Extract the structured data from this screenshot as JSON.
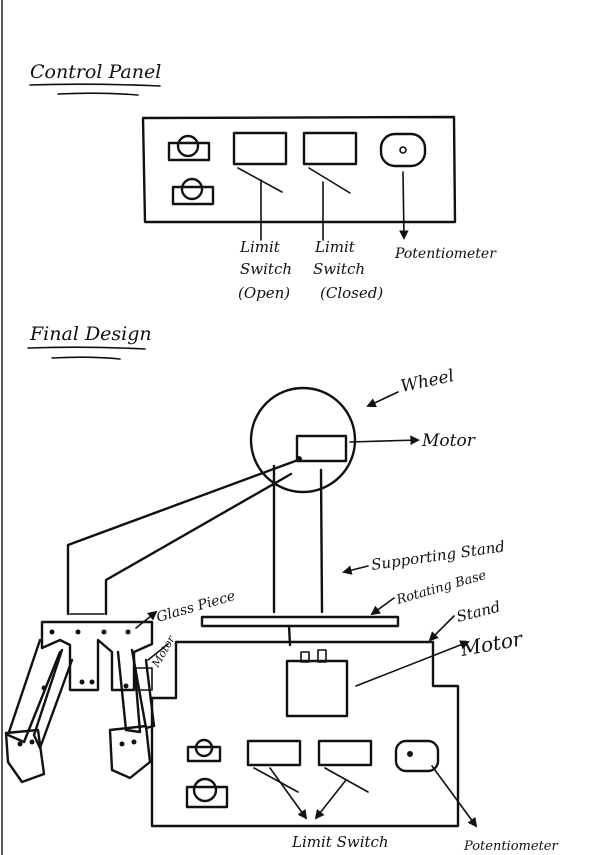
{
  "control_panel": {
    "heading": "Control Panel",
    "labels": {
      "limit_switch_open": [
        "Limit",
        "Switch",
        "(Open)"
      ],
      "limit_switch_closed": [
        "Limit",
        "Switch",
        "(Closed)"
      ],
      "potentiometer": "Potentiometer"
    }
  },
  "final_design": {
    "heading": "Final Design",
    "labels": {
      "wheel": "Wheel",
      "motor_top": "Motor",
      "supporting_stand": "Supporting Stand",
      "rotating_base": "Rotating Base",
      "stand": "Stand",
      "motor_base": "Motor",
      "glass_piece": "Glass Piece",
      "motor_gripper": "Motor",
      "limit_switch": "Limit Switch",
      "potentiometer": "Potentiometer"
    }
  },
  "colors": {
    "ink": "#111111",
    "paper": "#ffffff"
  }
}
